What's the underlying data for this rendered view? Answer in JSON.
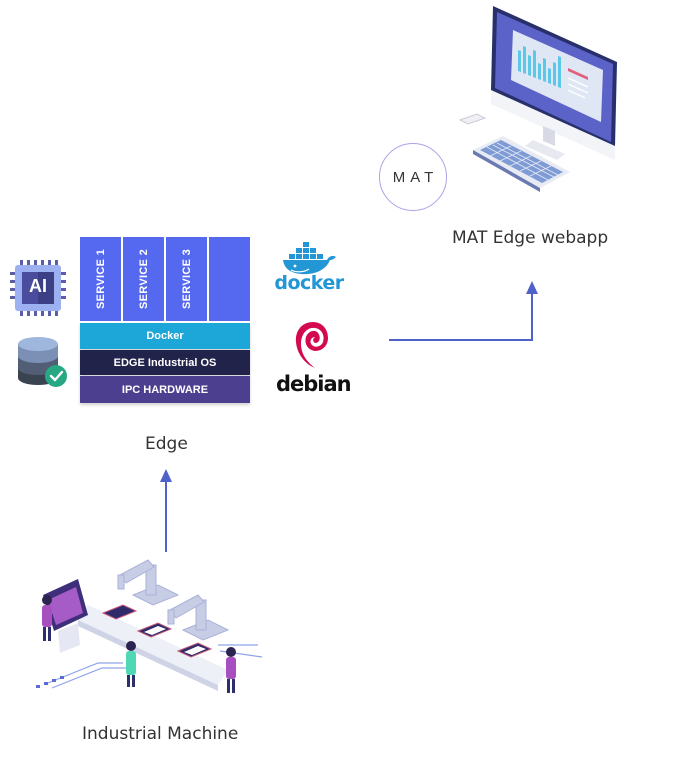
{
  "diagram": {
    "nodes": {
      "webapp": {
        "label": "MAT Edge webapp",
        "badge": "MAT"
      },
      "edge": {
        "label": "Edge",
        "services": [
          "SERVICE 1",
          "SERVICE 2",
          "SERVICE 3",
          ""
        ],
        "layers": {
          "docker": "Docker",
          "os": "EDGE Industrial OS",
          "hardware": "IPC HARDWARE"
        },
        "side_icons": {
          "chip_label": "AI"
        },
        "logos": {
          "docker": "docker",
          "debian": "debian"
        }
      },
      "machine": {
        "label": "Industrial Machine"
      }
    },
    "edges": [
      {
        "from": "machine",
        "to": "edge"
      },
      {
        "from": "edge",
        "to": "webapp"
      }
    ],
    "colors": {
      "arrow": "#4e62c9",
      "service": "#5468f0",
      "docker_layer": "#1da7d9",
      "os_layer": "#22234a",
      "hardware_layer": "#4d3f8f"
    }
  }
}
